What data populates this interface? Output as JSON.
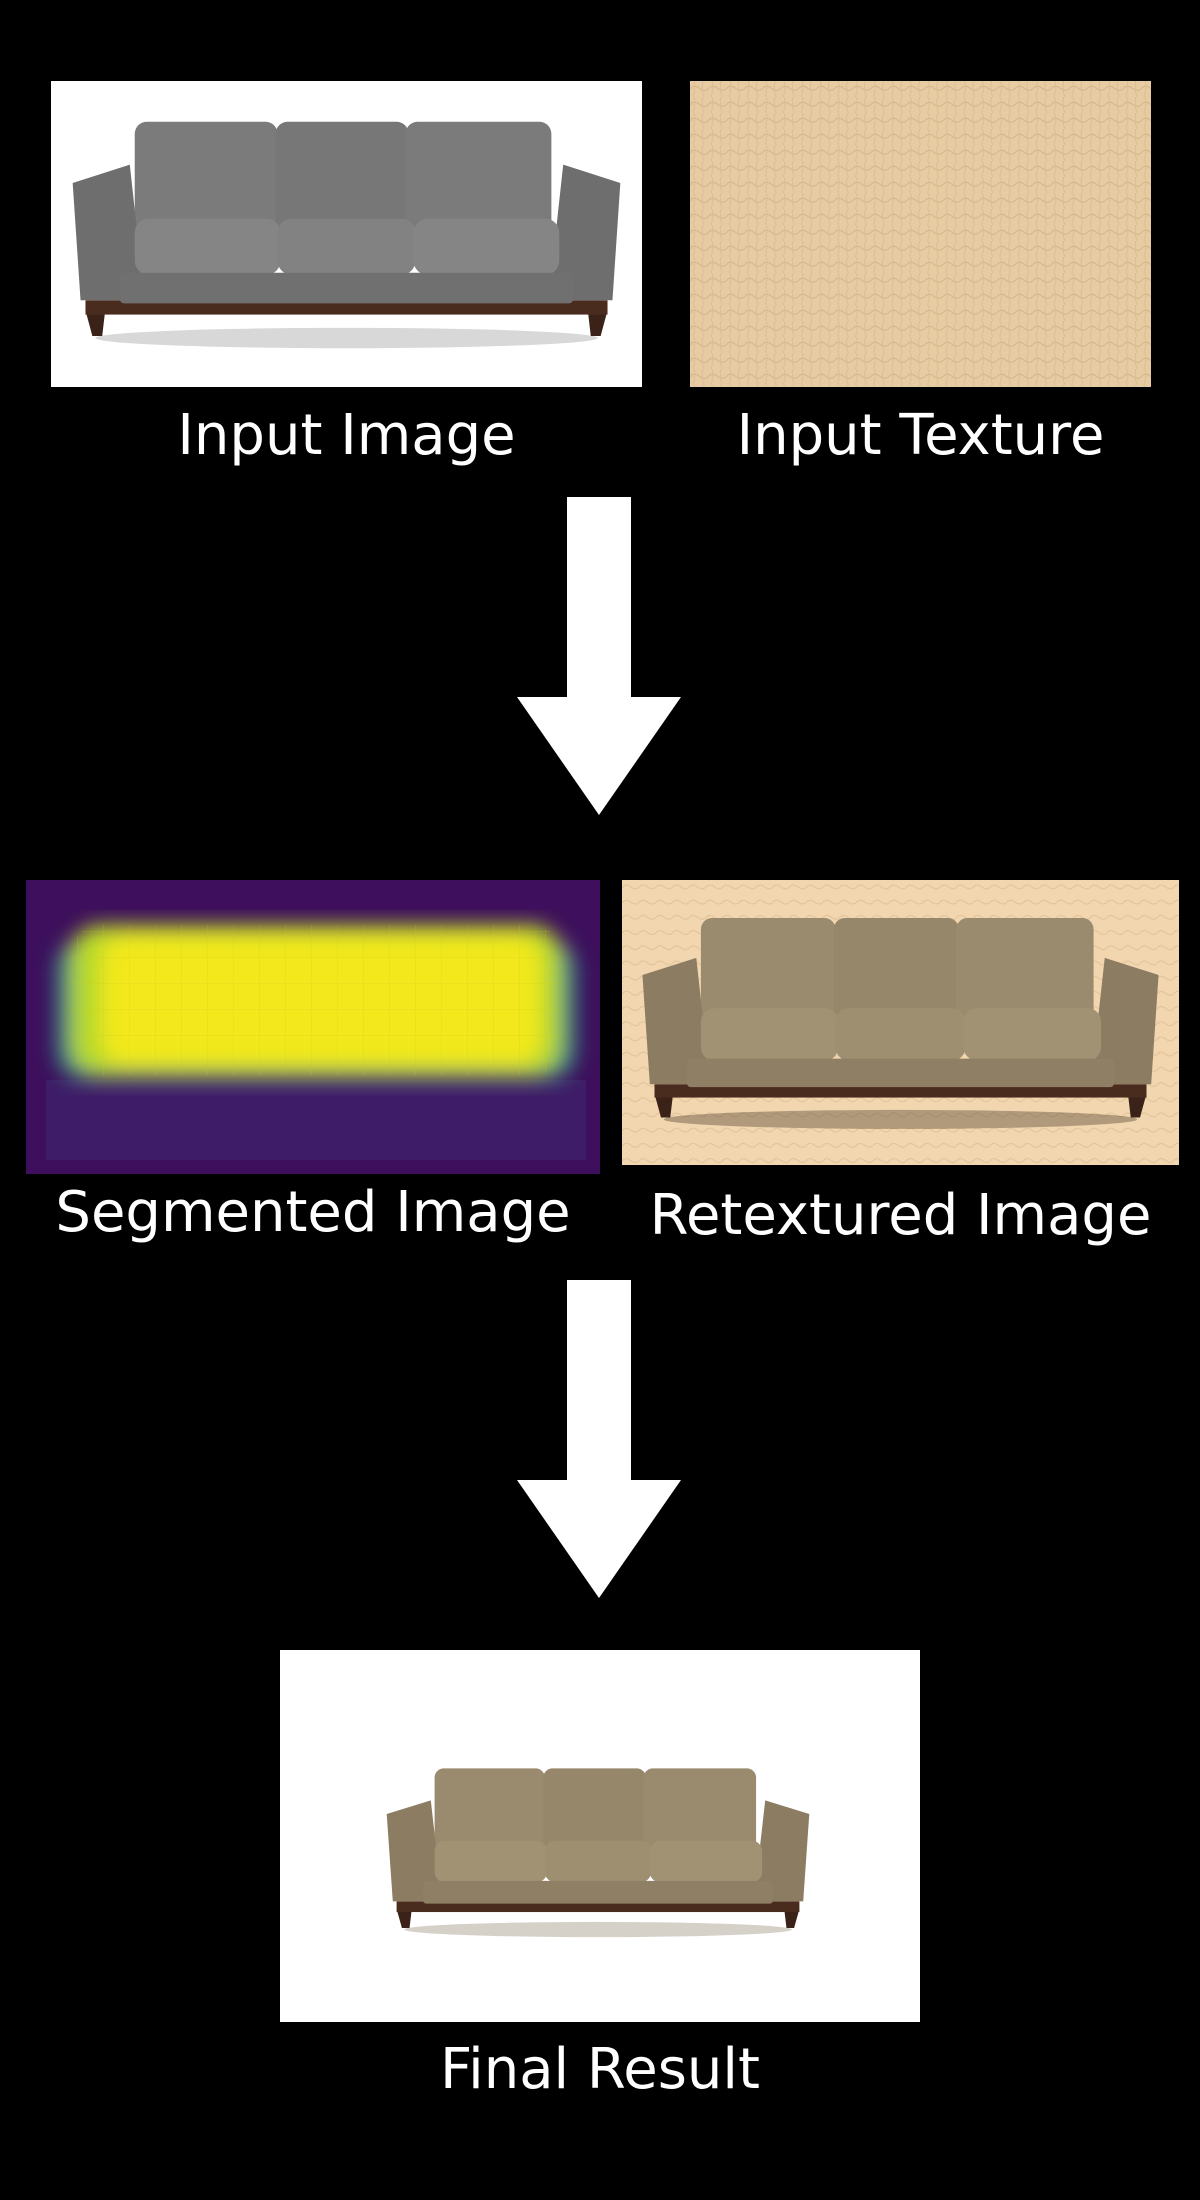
{
  "steps": {
    "input_image": "Input Image",
    "input_texture": "Input Texture",
    "segmented_image": "Segmented Image",
    "retextured_image": "Retextured Image",
    "final_result": "Final Result"
  },
  "colors": {
    "background": "#000000",
    "arrow": "#ffffff",
    "sofa_gray": "#7a7a7a",
    "sofa_tan": "#9b8a6e",
    "leather": "#e6caa0",
    "mask_high": "#f2e81f",
    "mask_low": "#3d0f5c"
  },
  "icons": {
    "arrow": "arrow-down-icon",
    "sofa": "sofa-illustration"
  }
}
